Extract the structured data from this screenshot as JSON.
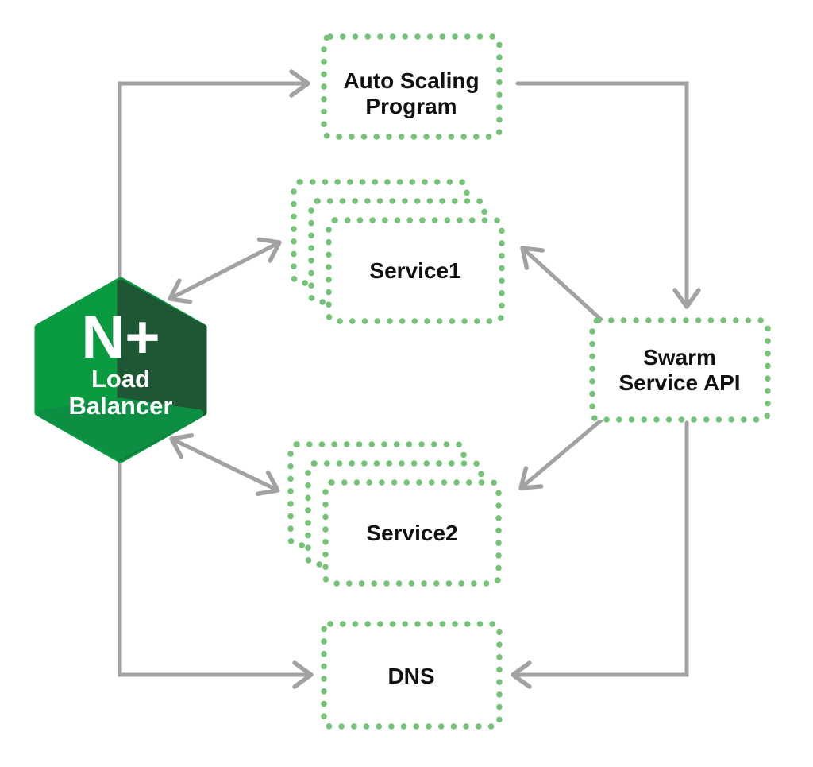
{
  "diagram": {
    "colors": {
      "background": "#ffffff",
      "dot_green": "#74c377",
      "arrow_gray": "#a2a2a2",
      "label_black": "#111111",
      "logo_left_green": "#0a9b40",
      "logo_right_green": "#1d5733",
      "logo_bottom_green": "#0c8e43",
      "logo_text_white": "#ffffff"
    },
    "nodes": {
      "load_balancer": {
        "logo_mark": "N+",
        "label_line1": "Load",
        "label_line2": "Balancer"
      },
      "auto_scaling_program": {
        "label_line1": "Auto Scaling",
        "label_line2": "Program"
      },
      "service1": {
        "label": "Service1",
        "stack_count": 3
      },
      "service2": {
        "label": "Service2",
        "stack_count": 3
      },
      "swarm_service_api": {
        "label_line1": "Swarm",
        "label_line2": "Service API"
      },
      "dns": {
        "label": "DNS"
      }
    },
    "edges": [
      {
        "from": "load_balancer",
        "to": "auto_scaling_program",
        "direction": "one-way"
      },
      {
        "from": "auto_scaling_program",
        "to": "swarm_service_api",
        "direction": "one-way"
      },
      {
        "from": "load_balancer",
        "to": "service1",
        "direction": "two-way"
      },
      {
        "from": "swarm_service_api",
        "to": "service1",
        "direction": "one-way"
      },
      {
        "from": "swarm_service_api",
        "to": "service2",
        "direction": "one-way"
      },
      {
        "from": "load_balancer",
        "to": "service2",
        "direction": "two-way"
      },
      {
        "from": "swarm_service_api",
        "to": "dns",
        "direction": "one-way"
      },
      {
        "from": "load_balancer",
        "to": "dns",
        "direction": "one-way"
      }
    ]
  }
}
